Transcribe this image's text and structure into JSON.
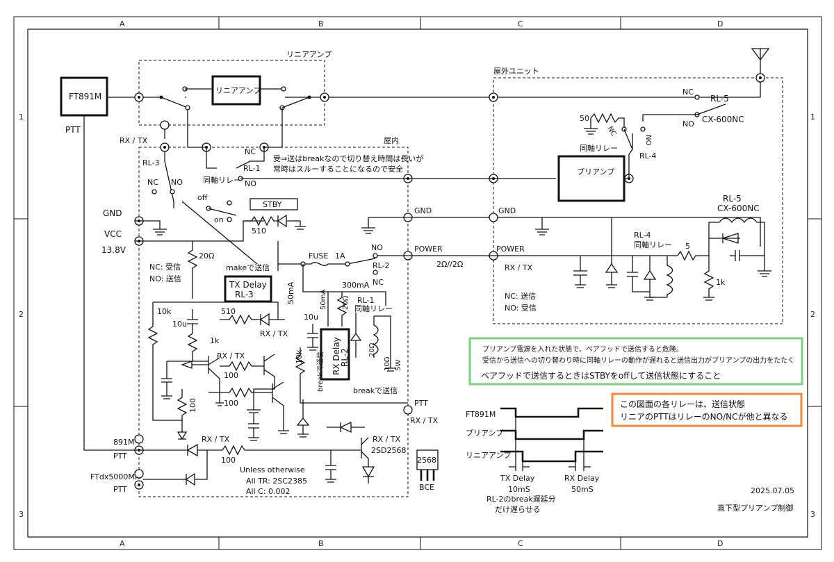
{
  "grid": {
    "cols": [
      "A",
      "B",
      "C",
      "D"
    ],
    "rows": [
      "1",
      "2",
      "3"
    ]
  },
  "blocks": {
    "ft891m": "FT891M",
    "ptt": "PTT",
    "linear_amp_region": "リニアアンプ",
    "linear_amp_box": "リニアアンプ",
    "outdoor_unit": "屋外ユニット",
    "indoor": "屋内",
    "preamp": "プリアンプ",
    "rl5": "RL-5",
    "cx600nc": "CX-600NC",
    "nc": "NC",
    "no": "NO",
    "r50": "50",
    "coax_relay": "同軸リレー",
    "rl4": "RL-4",
    "rl1": "RL-1",
    "rl2": "RL-2",
    "rl3": "RL-3",
    "rx_tx": "RX / TX",
    "gnd": "GND",
    "vcc": "VCC",
    "v138": "13.8V",
    "power": "POWER",
    "stby": "STBY",
    "off": "off",
    "on": "on",
    "fuse": "FUSE",
    "fuse_rating": "1A",
    "r510": "510",
    "c10u": "10u",
    "r20": "20Ω",
    "r2020": "2Ω//2Ω",
    "r5": "5",
    "r1k": "1k",
    "r10k": "10k",
    "r100": "100",
    "r10": "10Ω",
    "r5w": "5W",
    "ma50": "50mA",
    "ma300": "300mA",
    "make_tx": "makeで送信",
    "break_tx": "breakで送信",
    "nc_rx": "NC: 受信",
    "no_tx": "NO: 送信",
    "nc_tx": "NC: 送信",
    "no_rx": "NO: 受信",
    "tx_delay": "TX Delay",
    "rx_delay": "RX Delay",
    "note_rx_tx": "受⇒送はbreakなので切り替え時間は長いが",
    "note_rx_tx2": "常時はスルーすることになるので安全",
    "n891m": "891M",
    "ftdx": "FTdx5000MP",
    "tr2sd": "2SD2568",
    "tr_label": "2568",
    "bce": "BCE",
    "unless": "Unless otherwise",
    "all_tr": "All TR: 2SC2385",
    "all_c": "All C: 0.002"
  },
  "notes": {
    "green_line1": "プリアンプ電源を入れた状態で、ベアフッドで送信すると危険。",
    "green_line2": "受信から送信への切り替わり時に同軸リレーの動作が遅れると送信出力がプリアンプの出力をたたく",
    "green_line3": "ベアフッドで送信するときはSTBYをoffして送信状態にすること",
    "orange_line1": "この図面の各リレーは、送信状態",
    "orange_line2": "リニアのPTTはリレーのNO/NCが他と異なる"
  },
  "timing": {
    "sig1": "FT891M",
    "sig2": "プリアンプ",
    "sig3": "リニアアンプ",
    "tx_delay": "TX Delay",
    "tx_delay_val": "10mS",
    "rx_delay": "RX Delay",
    "rx_delay_val": "50mS",
    "rl2_note1": "RL-2のbreak遅延分",
    "rl2_note2": "だけ遅らせる"
  },
  "footer": {
    "date": "2025.07.05",
    "title": "直下型プリアンプ制御"
  }
}
